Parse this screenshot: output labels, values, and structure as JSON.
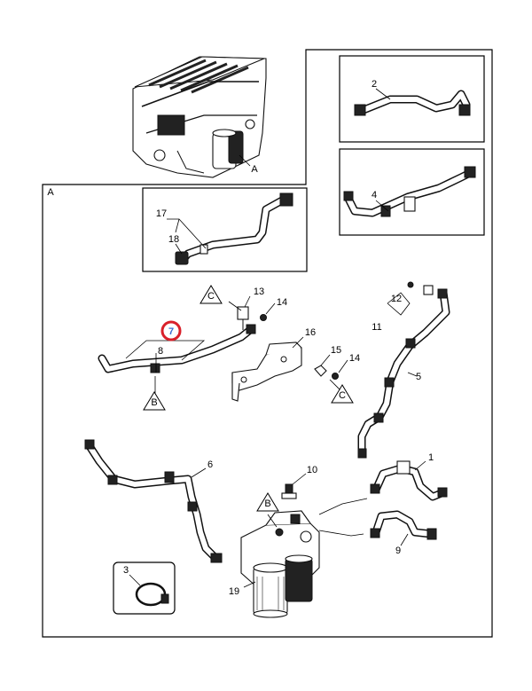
{
  "engine_label": "A",
  "main_frame_label": "A",
  "callouts": {
    "c1": "1",
    "c2": "2",
    "c3": "3",
    "c4": "4",
    "c5": "5",
    "c6": "6",
    "c7": "7",
    "c8": "8",
    "c9": "9",
    "c10": "10",
    "c11": "11",
    "c12": "12",
    "c13": "13",
    "c14a": "14",
    "c14b": "14",
    "c15": "15",
    "c16": "16",
    "c17": "17",
    "c18": "18",
    "c19": "19"
  },
  "references": {
    "b_low": "B",
    "b_filter": "B",
    "c_top": "C",
    "c_bracket": "C"
  },
  "highlighted_callout": "7",
  "colors": {
    "highlight_ring": "#d9202a",
    "highlight_text": "#3a6fd1"
  }
}
